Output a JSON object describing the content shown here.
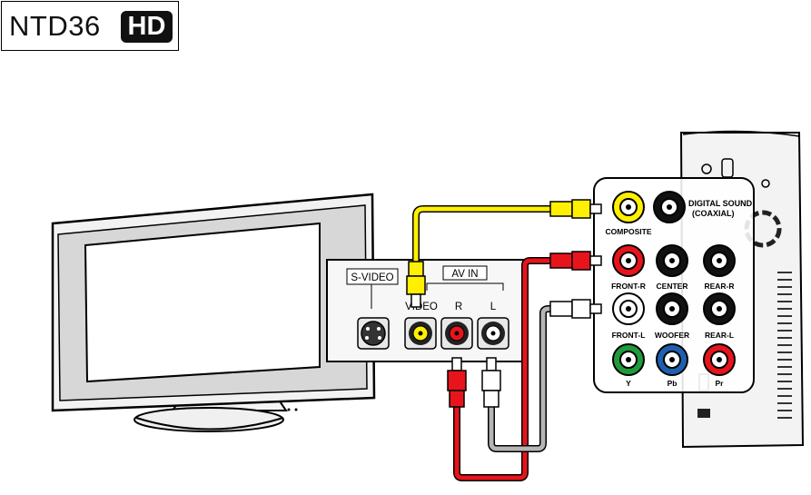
{
  "header": {
    "model": "NTD36",
    "badge": "HD"
  },
  "tv_panel": {
    "svideo_label": "S-VIDEO",
    "avin_label": "AV IN",
    "video_label": "VIDEO",
    "r_label": "R",
    "l_label": "L"
  },
  "player_panel": {
    "digital_sound": "DIGITAL SOUND",
    "coaxial": "(COAXIAL)",
    "composite": "COMPOSITE",
    "front_r": "FRONT-R",
    "center": "CENTER",
    "rear_r": "REAR-R",
    "front_l": "FRONT-L",
    "woofer": "WOOFER",
    "rear_l": "REAR-L",
    "y": "Y",
    "pb": "Pb",
    "pr": "Pr"
  },
  "colors": {
    "yellow": "#ffef00",
    "red": "#e8141c",
    "white": "#ffffff",
    "green": "#1f9a3c",
    "blue": "#1f5fb0",
    "black": "#111111",
    "cable_gray": "#b5b5b5"
  }
}
